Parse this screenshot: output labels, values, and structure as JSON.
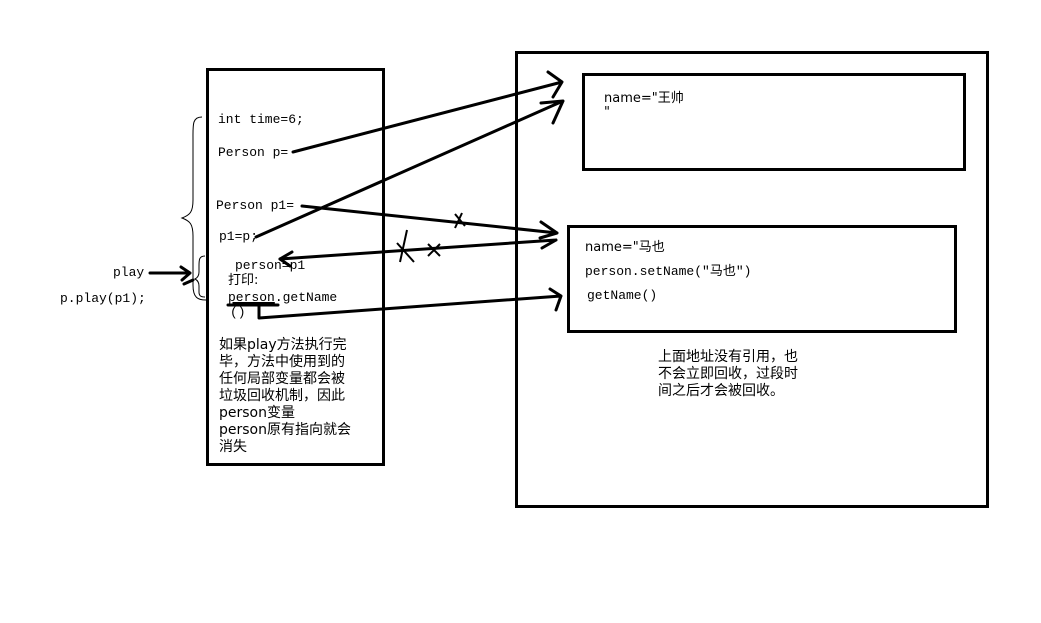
{
  "stack_frame": {
    "lines": [
      "int time=6;",
      "Person p=",
      "Person p1=",
      "p1=p;",
      "person=p1",
      "打印:",
      "person.getName",
      "()"
    ],
    "note": "如果play方法执行完毕，方法中使用到的任何局部变量都会被垃圾回收机制，因此person变量person原有指向就会消失",
    "note_lines": [
      "如果play方法执行完",
      "毕，方法中使用到的",
      "任何局部变量都会被",
      "垃圾回收机制，因此",
      "person变量",
      "person原有指向就会",
      "消失"
    ]
  },
  "call_labels": {
    "method": "play",
    "call": "p.play(p1);"
  },
  "heap": {
    "object1": {
      "lines": [
        "name=\"王帅",
        "\""
      ]
    },
    "object2": {
      "lines": [
        "name=\"马也",
        "person.setName(\"马也\")",
        "getName()"
      ]
    },
    "note_lines": [
      "上面地址没有引用，也",
      "不会立即回收，过段时",
      "间之后才会被回收。"
    ]
  },
  "annotations": {
    "crossed_reference_marks": 3
  }
}
